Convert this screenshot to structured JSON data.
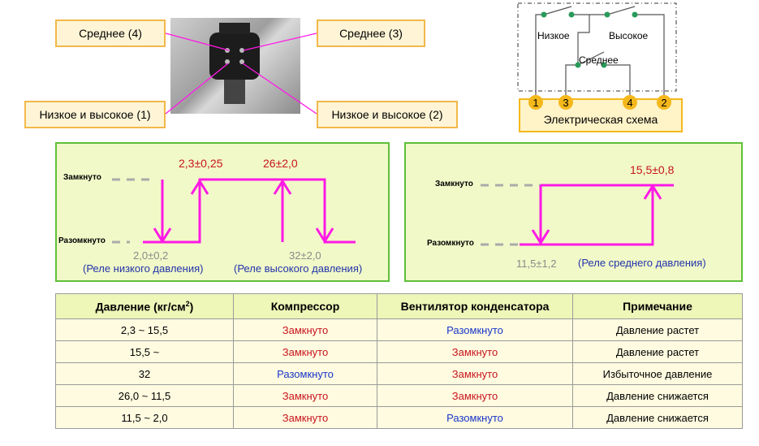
{
  "connector": {
    "callouts": {
      "top_left": "Среднее (4)",
      "top_right": "Среднее (3)",
      "bottom_left": "Низкое и высокое (1)",
      "bottom_right": "Низкое и высокое (2)"
    }
  },
  "schematic": {
    "switch_low": "Низкое",
    "switch_high": "Высокое",
    "switch_mid": "Среднее",
    "terminals": [
      "1",
      "3",
      "4",
      "2"
    ],
    "caption": "Электрическая схема"
  },
  "relay_lowhigh": {
    "state_closed": "Замкнуто",
    "state_open": "Разомкнуто",
    "closing_low": "2,3±0,25",
    "opening_high": "26±2,0",
    "opening_low": "2,0±0,2",
    "closing_high": "32±2,0",
    "caption_low": "(Реле низкого давления)",
    "caption_high": "(Реле высокого давления)"
  },
  "relay_mid": {
    "state_closed": "Замкнуто",
    "state_open": "Разомкнуто",
    "closing": "15,5±0,8",
    "opening": "11,5±1,2",
    "caption": "(Реле среднего давления)"
  },
  "colors": {
    "line": "#ff19e6",
    "red": "#c8141e",
    "blue": "#1a36c8",
    "terminal": "#f5b81c"
  },
  "table": {
    "headers": {
      "pressure_prefix": "Давление (кг/см",
      "pressure_sup": "2",
      "pressure_suffix": ")",
      "compressor": "Компрессор",
      "fan": "Вентилятор конденсатора",
      "note": "Примечание"
    },
    "rows": [
      {
        "pressure": "2,3 ~ 15,5",
        "compressor": "Замкнуто",
        "fan": "Разомкнуто",
        "note": "Давление растет"
      },
      {
        "pressure": "15,5 ~",
        "compressor": "Замкнуто",
        "fan": "Замкнуто",
        "note": "Давление растет"
      },
      {
        "pressure": "32",
        "compressor": "Разомкнуто",
        "fan": "Замкнуто",
        "note": "Избыточное давление"
      },
      {
        "pressure": "26,0 ~ 11,5",
        "compressor": "Замкнуто",
        "fan": "Замкнуто",
        "note": "Давление снижается"
      },
      {
        "pressure": "11,5 ~ 2,0",
        "compressor": "Замкнуто",
        "fan": "Разомкнуто",
        "note": "Давление снижается"
      }
    ]
  }
}
